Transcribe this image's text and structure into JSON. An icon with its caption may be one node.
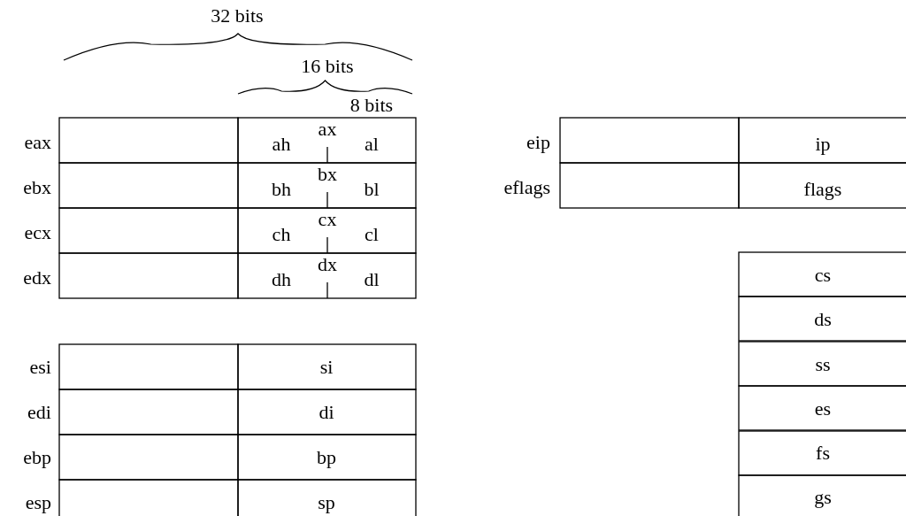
{
  "diagram": {
    "labels": [
      "32 bits",
      "16 bits",
      "8 bits",
      "eax",
      "ah",
      "ax",
      "al",
      "eip",
      "ip",
      "ebx",
      "bh",
      "bx",
      "bl",
      "eflags",
      "flags",
      "ecx",
      "ch",
      "cx",
      "cl",
      "edx",
      "dh",
      "dx",
      "dl",
      "cs",
      "ds",
      "esi",
      "si",
      "ss",
      "edi",
      "di",
      "es",
      "ebp",
      "bp",
      "fs",
      "esp",
      "sp",
      "gs"
    ]
  }
}
